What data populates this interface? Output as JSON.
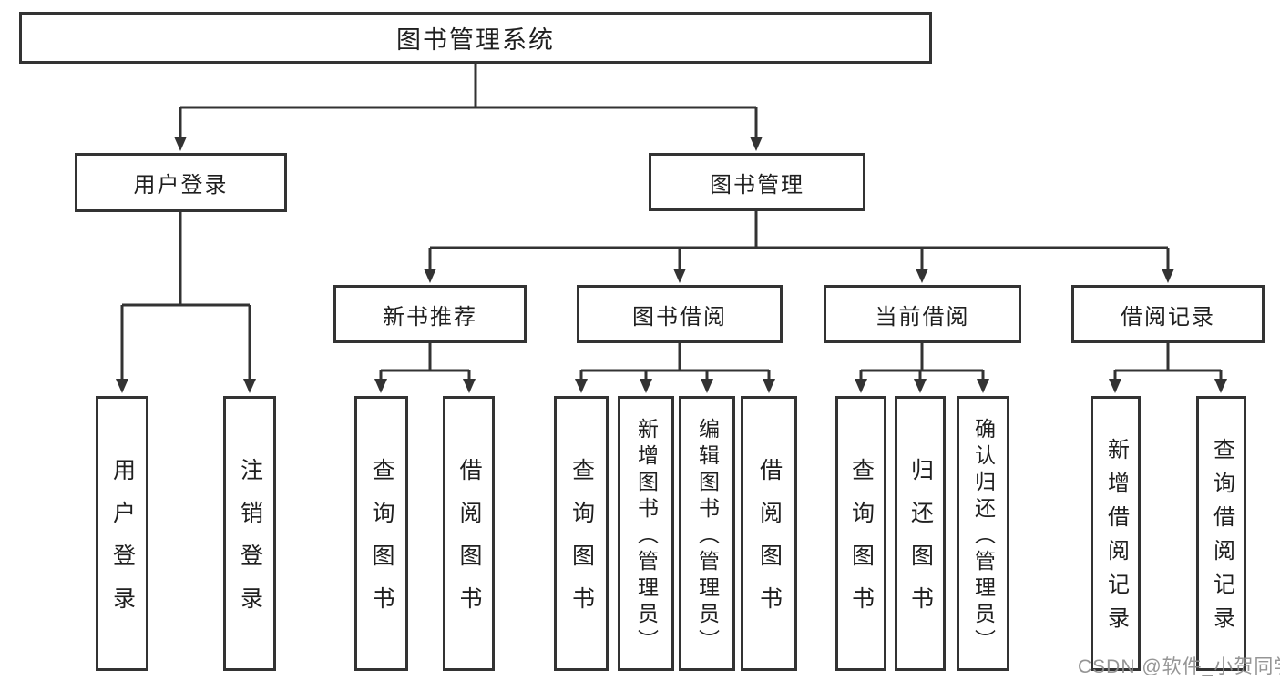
{
  "diagram": {
    "title": "图书管理系统",
    "nodes": {
      "root": {
        "label": "图书管理系统"
      },
      "userLogin": {
        "label": "用户登录"
      },
      "bookMgmt": {
        "label": "图书管理"
      },
      "userLoginAction": {
        "label": "用户登录"
      },
      "logoutAction": {
        "label": "注销登录"
      },
      "newBookRec": {
        "label": "新书推荐"
      },
      "bookBorrow": {
        "label": "图书借阅"
      },
      "currentBorrow": {
        "label": "当前借阅"
      },
      "borrowRecord": {
        "label": "借阅记录"
      },
      "nbQueryBook": {
        "label": "查询图书"
      },
      "nbBorrowBook": {
        "label": "借阅图书"
      },
      "bbQueryBook": {
        "label": "查询图书"
      },
      "bbAddBook": {
        "label": "新增图书（管理员）"
      },
      "bbEditBook": {
        "label": "编辑图书（管理员）"
      },
      "bbBorrowBook": {
        "label": "借阅图书"
      },
      "cbQueryBook": {
        "label": "查询图书"
      },
      "cbReturnBook": {
        "label": "归还图书"
      },
      "cbConfirmReturn": {
        "label": "确认归还（管理员）"
      },
      "brAddRecord": {
        "label": "新增借阅记录"
      },
      "brQueryRecord": {
        "label": "查询借阅记录"
      }
    },
    "hierarchy": {
      "图书管理系统": {
        "用户登录": [
          "用户登录",
          "注销登录"
        ],
        "图书管理": {
          "新书推荐": [
            "查询图书",
            "借阅图书"
          ],
          "图书借阅": [
            "查询图书",
            "新增图书（管理员）",
            "编辑图书（管理员）",
            "借阅图书"
          ],
          "当前借阅": [
            "查询图书",
            "归还图书",
            "确认归还（管理员）"
          ],
          "借阅记录": [
            "新增借阅记录",
            "查询借阅记录"
          ]
        }
      }
    }
  },
  "watermark": {
    "text": "CSDN @软件_小贺同学"
  },
  "colors": {
    "line": "#333333",
    "text": "#1f1f1f",
    "background": "#ffffff",
    "watermark": "#8c8c8c"
  }
}
